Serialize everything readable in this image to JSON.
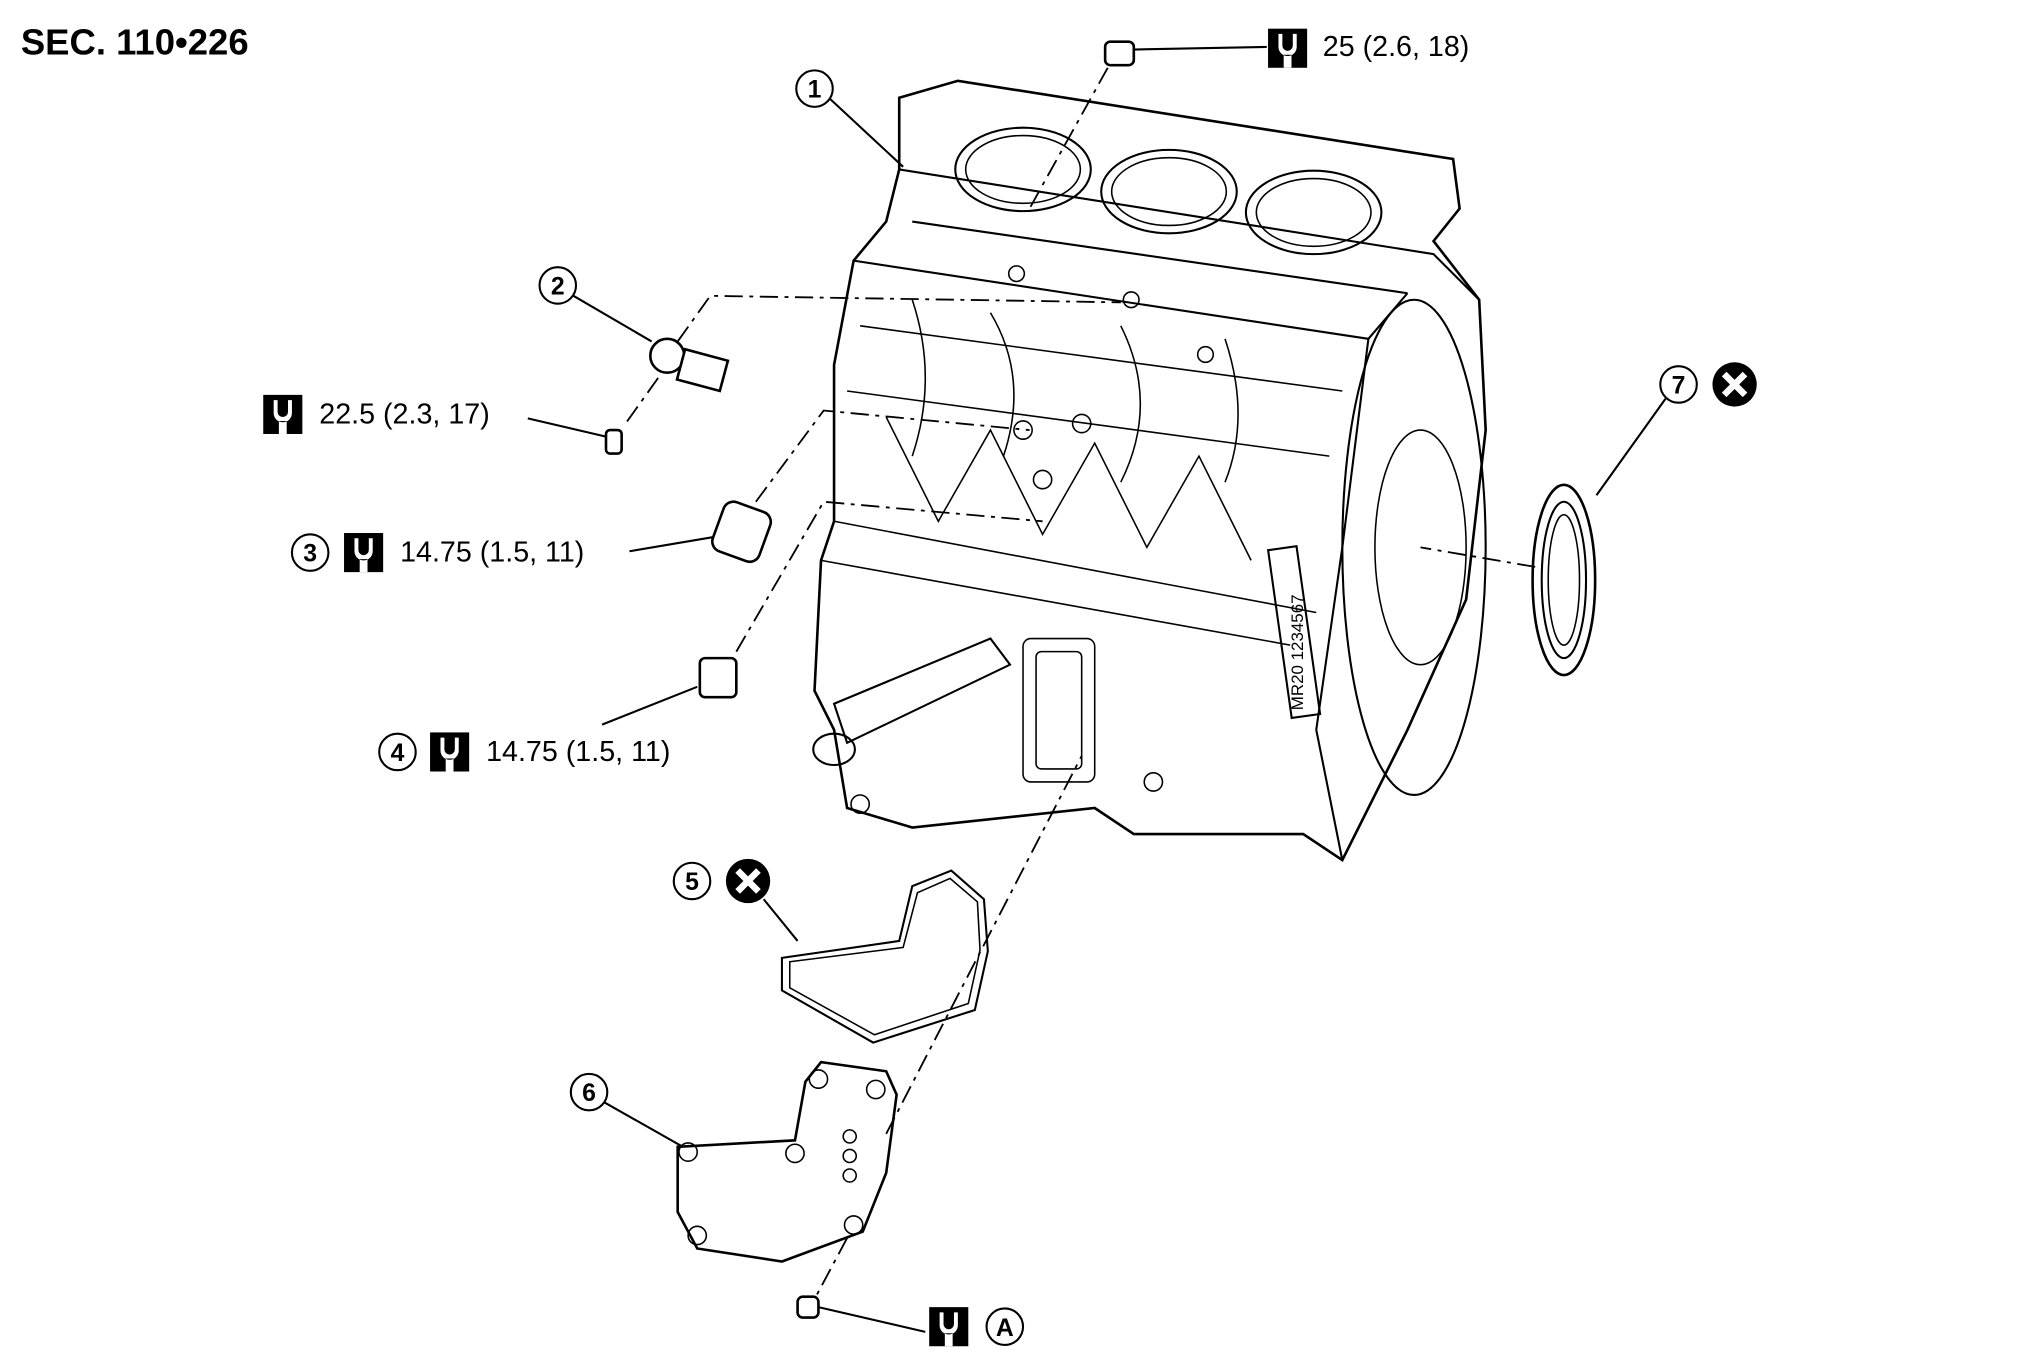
{
  "title": "SEC. 110•226",
  "block_stamp": "MR20 1234567",
  "callouts": [
    {
      "number": "1",
      "part": "cylinder-block"
    },
    {
      "number": "2",
      "part": "knock-sensor",
      "torque": "22.5 (2.3, 17)"
    },
    {
      "number": "3",
      "part": "oil-pressure-switch",
      "torque": "14.75 (1.5, 11)"
    },
    {
      "number": "4",
      "part": "sensor",
      "torque": "14.75 (1.5, 11)"
    },
    {
      "number": "5",
      "part": "gasket",
      "replace": true
    },
    {
      "number": "6",
      "part": "cover"
    },
    {
      "number": "7",
      "part": "rear-oil-seal",
      "replace": true
    }
  ],
  "drain_plug_torque": "25 (2.6, 18)",
  "note_a": "A",
  "icons": {
    "torque": "torque-wrench-icon",
    "replace": "do-not-reuse-icon"
  }
}
